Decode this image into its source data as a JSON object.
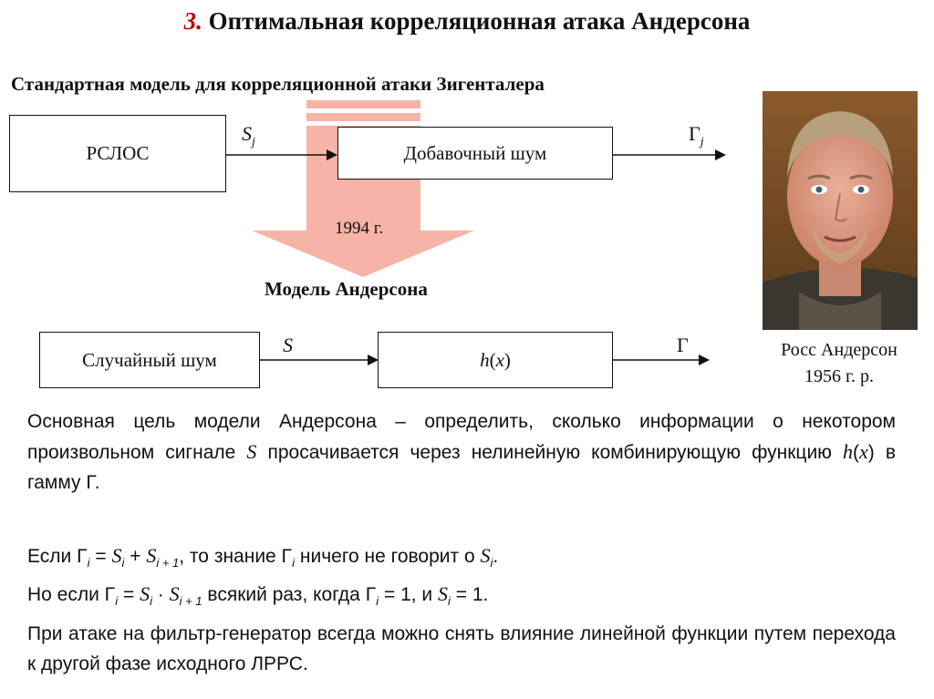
{
  "title": {
    "number": "3.",
    "text": "Оптимальная корреляционная атака Андерсона"
  },
  "subtitle": "Стандартная модель для корреляционной атаки Зигенталера",
  "siegenthaler": {
    "box1": "РСЛОС",
    "input_label": "S",
    "input_sub": "j",
    "box2": "Добавочный шум",
    "output_label": "Γ",
    "output_sub": "j"
  },
  "arrow_year": "1994 г.",
  "anderson_title": "Модель Андерсона",
  "anderson": {
    "box1": "Случайный шум",
    "input_label": "S",
    "box2_h": "h",
    "box2_x": "x",
    "output_label": "Γ"
  },
  "portrait": {
    "name": "Росс Андерсон",
    "born": "1956 г. р."
  },
  "paragraph1": {
    "part1": "Основная цель модели Андерсона – определить, сколько информации о некотором произвольном сигнале",
    "s": "S",
    "part2": "просачивается через нелинейную комбинирующую функцию",
    "h": "h",
    "x": "x",
    "part3": "в гамму Γ."
  },
  "line2": {
    "t1": "Если Γ",
    "i1": "i",
    "t2": " = ",
    "s1": "S",
    "i2": "i",
    "t3": " + ",
    "s2": "S",
    "i3": "i + 1",
    "t4": ", то знание Γ",
    "i4": "i",
    "t5": " ничего не говорит о ",
    "s3": "S",
    "i5": "i",
    "t6": "."
  },
  "line3": {
    "t1": "Но если Γ",
    "i1": "i",
    "t2": " = ",
    "s1": "S",
    "i2": "i",
    "t3": " · ",
    "s2": "S",
    "i3": "i + 1",
    "t4": " всякий раз, когда Γ",
    "i4": "i",
    "t5": " = 1, и ",
    "s3": "S",
    "i5": "i",
    "t6": " = 1."
  },
  "paragraph4": "При атаке на фильтр-генератор всегда можно снять влияние линейной функции путем перехода к другой фазе исходного ЛРРС.",
  "colors": {
    "title_number": "#c00000",
    "transition_arrow": "#f6b3a6"
  }
}
